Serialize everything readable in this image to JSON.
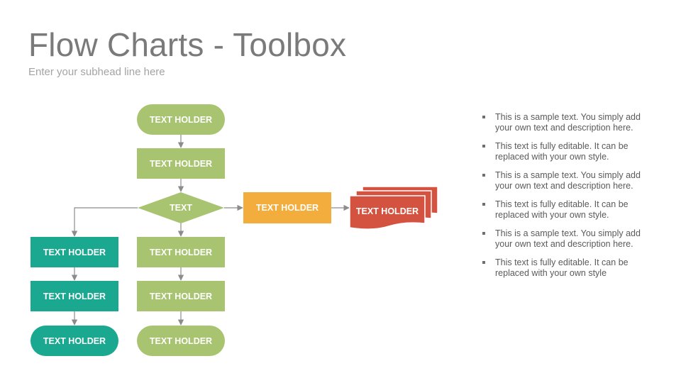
{
  "slide": {
    "title": "Flow Charts - Toolbox",
    "subtitle": "Enter your subhead line here"
  },
  "colors": {
    "green": "#a8c470",
    "teal": "#1aa990",
    "orange": "#f3ad3c",
    "red": "#d45340",
    "connector": "#8c8c8c"
  },
  "flowchart": {
    "start": "TEXT HOLDER",
    "process_1": "TEXT HOLDER",
    "decision": "TEXT",
    "branch_right_process": "TEXT HOLDER",
    "documents": "TEXT HOLDER",
    "center_process_2": "TEXT HOLDER",
    "center_process_3": "TEXT HOLDER",
    "center_end": "TEXT HOLDER",
    "left_process_1": "TEXT HOLDER",
    "left_process_2": "TEXT HOLDER",
    "left_end": "TEXT HOLDER"
  },
  "bullets": [
    "This is a sample text. You simply add your own text and description here.",
    "This text is fully editable. It can be replaced with your own style.",
    "This is a sample text. You simply add your own text and description here.",
    "This text is fully editable. It can be replaced with your own style.",
    "This is a sample text. You simply add your own text and description here.",
    "This text is fully editable. It can be replaced with your own style"
  ]
}
